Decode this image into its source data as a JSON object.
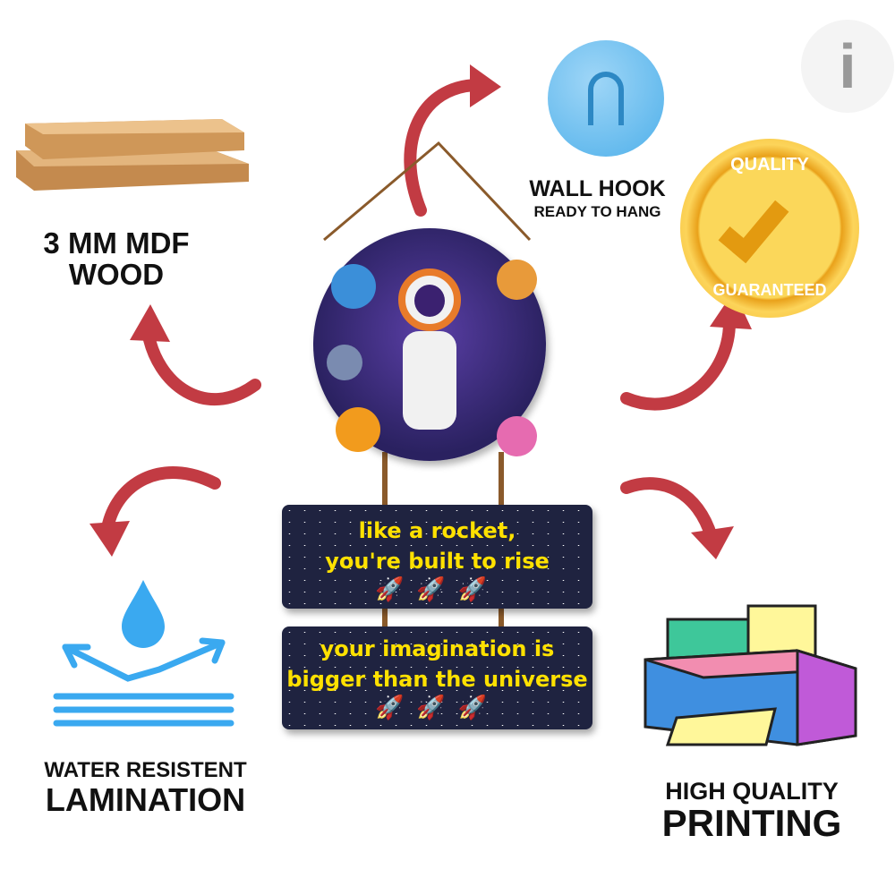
{
  "features": {
    "wood": {
      "line1": "3 MM MDF",
      "line2": "WOOD"
    },
    "hook": {
      "line1": "WALL HOOK",
      "line2": "READY TO HANG"
    },
    "quality": {
      "top": "QUALITY",
      "bottom": "GUARANTEED"
    },
    "lamination": {
      "line1": "WATER RESISTENT",
      "line2": "LAMINATION"
    },
    "printing": {
      "line1": "HIGH QUALITY",
      "line2": "PRINTING"
    }
  },
  "product": {
    "board1": {
      "line1": "like a rocket,",
      "line2": "you're built to rise"
    },
    "board2": {
      "line1": "your imagination is",
      "line2": "bigger than the universe"
    },
    "rockets": "🚀🚀🚀"
  },
  "logo": {
    "letter": "i"
  },
  "colors": {
    "arrow": "#c23b43",
    "text": "#111111",
    "water": "#3aa9f0",
    "gold": "#f2b01e",
    "board": "#1f2340",
    "quote": "#ffe100"
  }
}
